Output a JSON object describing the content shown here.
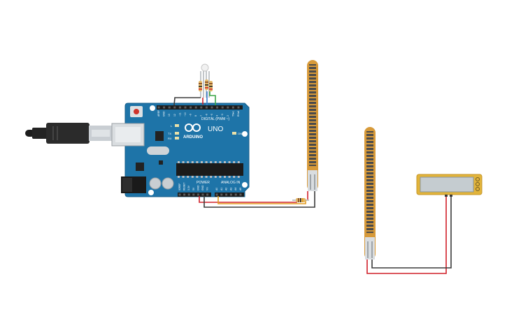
{
  "board": {
    "logo_text": "ARDUINO",
    "model_text": "UNO",
    "digital_label": "DIGITAL (PWM ~)",
    "power_label": "POWER",
    "analog_label": "ANALOG IN",
    "on_label": "ON",
    "tx_label": "TX",
    "rx_label": "RX",
    "l_label": "L",
    "digital_pins": [
      "AREF",
      "GND",
      "13",
      "12",
      "~11",
      "~10",
      "~9",
      "8",
      "7",
      "~6",
      "~5",
      "4",
      "~3",
      "2",
      "TX▸1",
      "RX◂0"
    ],
    "power_pins": [
      "IOREF",
      "RESET",
      "3.3V",
      "5V",
      "GND",
      "GND",
      "Vin"
    ],
    "analog_pins": [
      "A0",
      "A1",
      "A2",
      "A3",
      "A4",
      "A5"
    ]
  },
  "colors": {
    "board": "#1e74a8",
    "board_edge": "#155d88",
    "wire_red": "#d0202a",
    "wire_black": "#3a3a3a",
    "wire_orange": "#e39b1d",
    "wire_green": "#3aa547",
    "wire_blue": "#3a7fd1",
    "flex_sensor": "#d79a3a",
    "lcd_frame": "#e2b43a",
    "lcd_screen": "#c5ccd0"
  },
  "components": {
    "usb_cable": "usb-cable",
    "rgb_led": "rgb-led",
    "flex_sensor_1": "flex-sensor",
    "flex_sensor_2": "flex-sensor",
    "pull_down_resistor": "resistor",
    "display": "lcd-display"
  }
}
